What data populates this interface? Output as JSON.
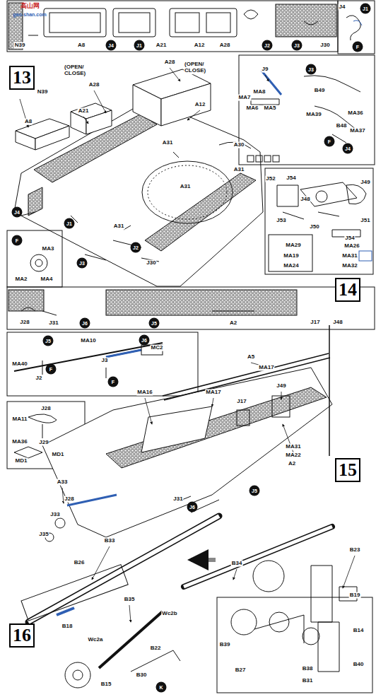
{
  "diagram": {
    "nodes": [
      {
        "text": [
          "13"
        ]
      },
      {
        "text": [
          "14"
        ]
      },
      {
        "text": [
          "15"
        ]
      },
      {
        "text": [
          "16"
        ]
      }
    ],
    "labels": [
      "高山网",
      "gao-shan.com",
      "N39",
      "A8",
      "J4",
      "J1",
      "A21",
      "A12",
      "A28",
      "J2",
      "J3",
      "J30",
      "J4",
      "J1",
      "F",
      "(OPEN/ CLOSE)",
      "A28",
      "A28",
      "(OPEN/ CLOSE)",
      "N39",
      "A21",
      "A12",
      "A30",
      "A8",
      "A31",
      "A31",
      "A31",
      "A31",
      "J4",
      "J1",
      "J2",
      "J3",
      "J30",
      "F",
      "MA3",
      "MA2",
      "MA4",
      "J9",
      "MA8",
      "MA7",
      "MA6",
      "MA5",
      "J3",
      "B49",
      "MA36",
      "MA37",
      "MA39",
      "B48",
      "F",
      "J4",
      "J52",
      "J54",
      "J48",
      "J49",
      "J53",
      "J50",
      "J51",
      "J54",
      "MA29",
      "MA19",
      "MA24",
      "MA26",
      "MA31",
      "MA32",
      "J28",
      "J31",
      "J6",
      "J5",
      "A2",
      "J17",
      "J48",
      "J5",
      "MA10",
      "J6",
      "MC2",
      "MA40",
      "J3",
      "J2",
      "F",
      "F",
      "J28",
      "MA11",
      "MA36",
      "J29",
      "MD1",
      "MD1",
      "A5",
      "MA17",
      "MA17",
      "MA16",
      "J49",
      "J17",
      "MA31",
      "MA22",
      "A2",
      "J5",
      "J6",
      "J31",
      "A33",
      "J28",
      "J33",
      "J35",
      "B33",
      "B26",
      "B34",
      "B23",
      "B19",
      "B18",
      "B35",
      "Wc2b",
      "Wc2a",
      "B22",
      "B30",
      "K",
      "B15",
      "B39",
      "B14",
      "B27",
      "B38",
      "B31",
      "B40"
    ]
  }
}
